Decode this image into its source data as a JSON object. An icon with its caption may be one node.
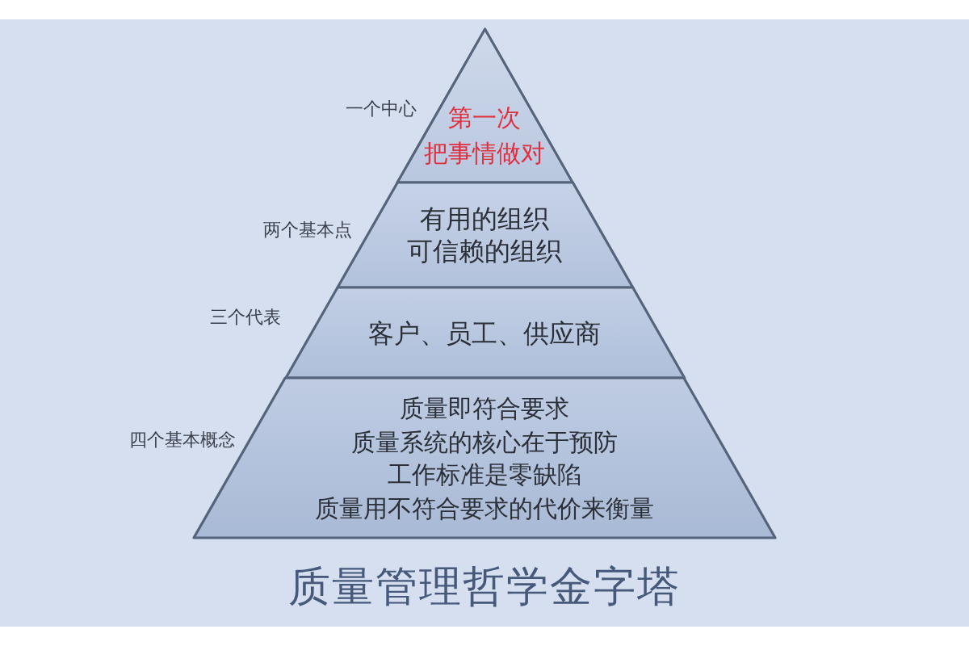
{
  "diagram": {
    "title": "质量管理哲学金字塔",
    "nodes": [
      {
        "text": [
          "第一次",
          "把事情做对"
        ],
        "beside": [
          "一个中心"
        ]
      },
      {
        "text": [
          "有用的组织",
          "可信赖的组织"
        ],
        "beside": [
          "两个基本点"
        ]
      },
      {
        "text": [
          "客户、员工、供应商"
        ],
        "beside": [
          "三个代表"
        ]
      },
      {
        "text": [
          "质量即符合要求",
          "质量系统的核心在于预防",
          "工作标准是零缺陷",
          "质量用不符合要求的代价来衡量"
        ],
        "beside": [
          "四个基本概念"
        ]
      }
    ]
  }
}
